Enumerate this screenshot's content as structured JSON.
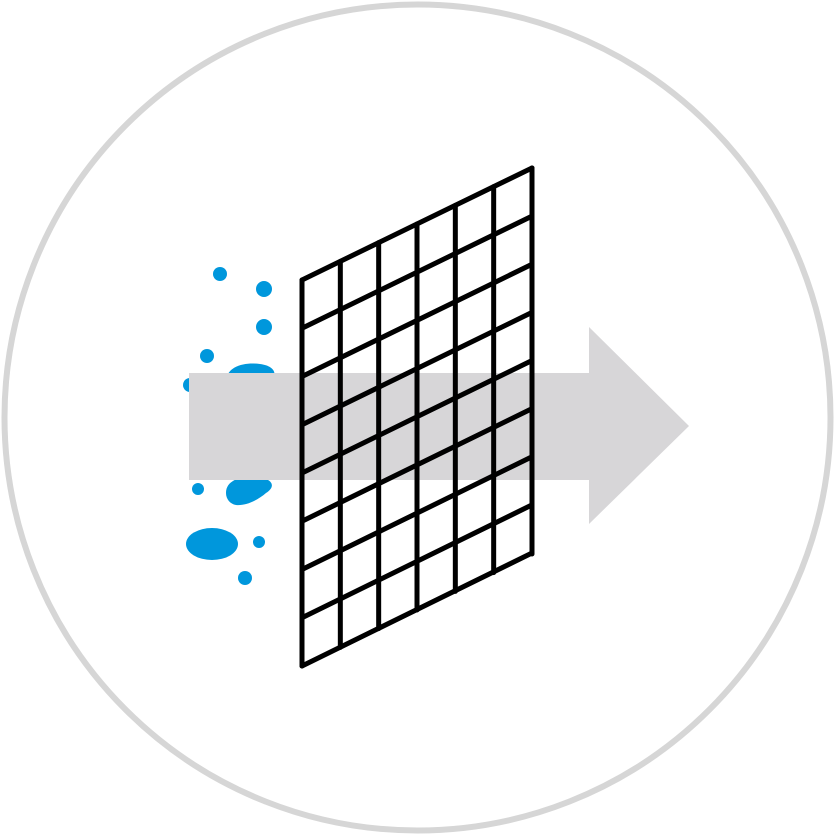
{
  "icon": {
    "name": "filter-mesh-icon",
    "depicts": [
      "droplets",
      "arrow",
      "mesh-grid"
    ]
  },
  "colors": {
    "background": "#ffffff",
    "ring": "#d6d6d6",
    "arrow": "#d7d6d8",
    "grid": "#000000",
    "droplets": "#0097dc"
  }
}
